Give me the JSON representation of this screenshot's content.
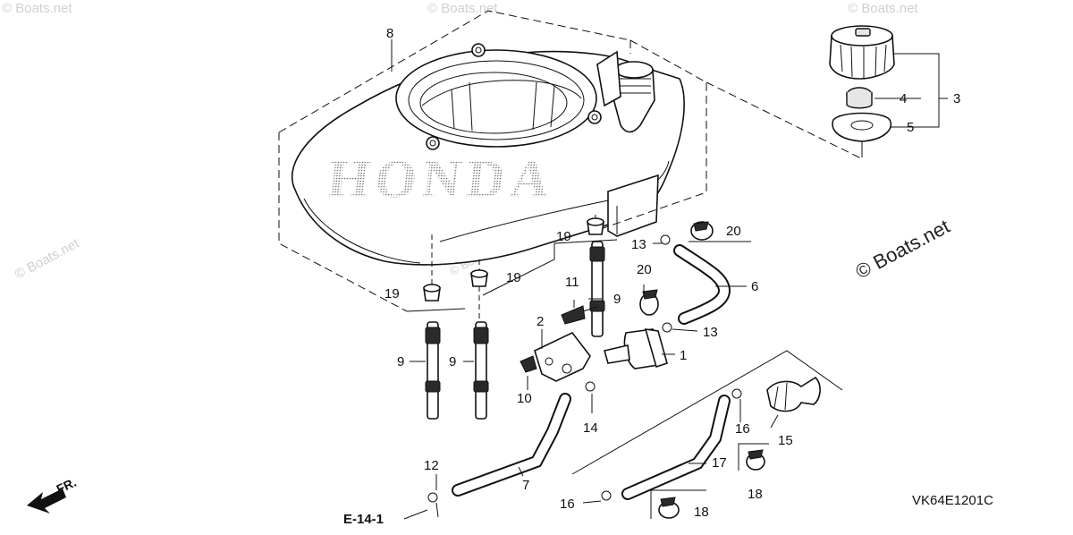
{
  "watermark": "© Boats.net",
  "copyright": "© Boats.net",
  "logo_text": "HONDA",
  "diagram_code": "VK64E1201C",
  "ref_label": "E-14-1",
  "direction_label": "FR.",
  "callouts": {
    "c1": "1",
    "c2": "2",
    "c3": "3",
    "c4": "4",
    "c5": "5",
    "c6": "6",
    "c7": "7",
    "c8": "8",
    "c9a": "9",
    "c9b": "9",
    "c9c": "9",
    "c10": "10",
    "c11": "11",
    "c12": "12",
    "c13a": "13",
    "c13b": "13",
    "c14": "14",
    "c15": "15",
    "c16a": "16",
    "c16b": "16",
    "c17": "17",
    "c18a": "18",
    "c18b": "18",
    "c19a": "19",
    "c19b": "19",
    "c19c": "19",
    "c20a": "20",
    "c20b": "20"
  }
}
